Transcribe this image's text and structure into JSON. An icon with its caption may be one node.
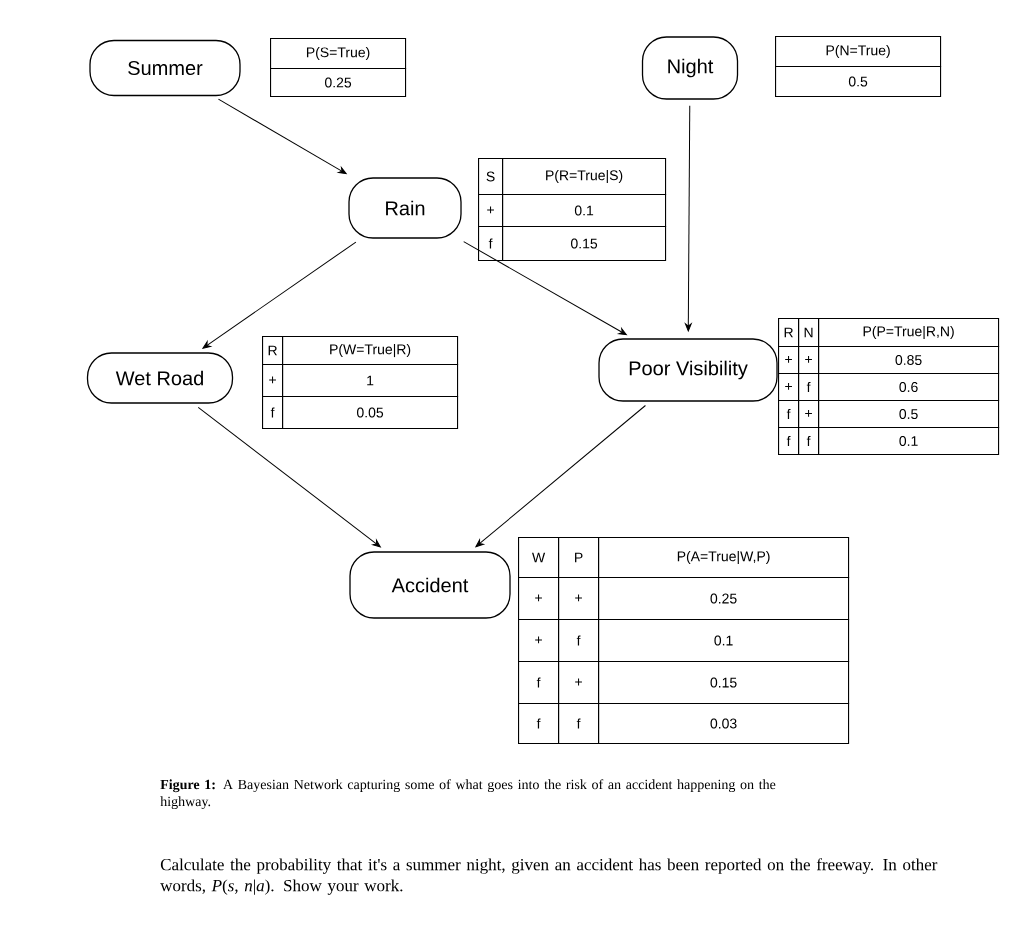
{
  "diagram": {
    "caption": "**Figure 1:** A Bayesian Network capturing some of what goes into the risk of an accident happening on the highway.",
    "nodes": [
      {
        "text": [
          "Summer"
        ]
      },
      {
        "text": [
          "Night"
        ]
      },
      {
        "text": [
          "Rain"
        ]
      },
      {
        "text": [
          "Wet Road"
        ]
      },
      {
        "text": [
          "Poor Visibility"
        ]
      },
      {
        "text": [
          "Accident"
        ]
      }
    ],
    "edges": [
      {
        "from": 0,
        "to": 2,
        "arrow": "to"
      },
      {
        "from": 2,
        "to": 3,
        "arrow": "to"
      },
      {
        "from": 2,
        "to": 4,
        "arrow": "to"
      },
      {
        "from": 1,
        "to": 4,
        "arrow": "to"
      },
      {
        "from": 3,
        "to": 5,
        "arrow": "to"
      },
      {
        "from": 4,
        "to": 5,
        "arrow": "to"
      }
    ],
    "labels": [
      "P(S=True)",
      "0.25",
      "P(N=True)",
      "0.5",
      "S",
      "P(R=True|S)",
      "+",
      "0.1",
      "f",
      "0.15",
      "R",
      "P(W=True|R)",
      "+",
      "1",
      "f",
      "0.05",
      "R",
      "N",
      "P(P=True|R,N)",
      "+",
      "+",
      "0.85",
      "+",
      "f",
      "0.6",
      "f",
      "+",
      "0.5",
      "f",
      "f",
      "0.1",
      "W",
      "P",
      "P(A=True|W,P)",
      "+",
      "+",
      "0.25",
      "+",
      "f",
      "0.1",
      "f",
      "+",
      "0.15",
      "f",
      "f",
      "0.03",
      "Calculate the probability that it's a summer night, given an accident has been reported on the freeway. In other words, *P*(*s*, *n*|*a*). Show your work."
    ]
  }
}
